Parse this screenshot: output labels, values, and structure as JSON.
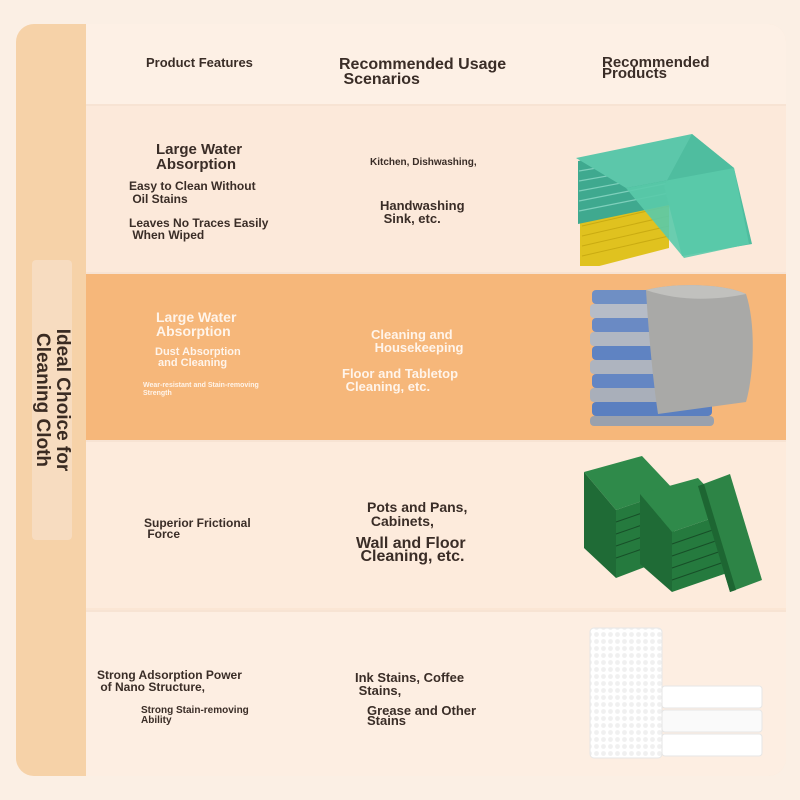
{
  "side_title": "Ideal Choice for\nCleaning Cloth",
  "header": {
    "features": "Product Features",
    "scenarios": "Recommended Usage\n Scenarios",
    "products": "Recommended\nProducts"
  },
  "rows": [
    {
      "features": [
        "Large Water\nAbsorption",
        "Easy to Clean Without\n Oil Stains",
        "Leaves No Traces Easily\n When Wiped"
      ],
      "scenarios": [
        "Kitchen, Dishwashing,",
        "Handwashing\n Sink, etc."
      ],
      "product": "teal-yellow-sponge-cloth-stack"
    },
    {
      "features": [
        "Large Water\nAbsorption",
        "Dust Absorption\n and Cleaning",
        "Wear-resistant and Stain-removing\nStrength"
      ],
      "scenarios": [
        "Cleaning and\n Housekeeping",
        "Floor and Tabletop\n Cleaning, etc."
      ],
      "product": "microfiber-towel-stack"
    },
    {
      "features": [
        "Superior Frictional\n Force"
      ],
      "scenarios": [
        "Pots and Pans,\n Cabinets,",
        "Wall and Floor\n Cleaning, etc."
      ],
      "product": "green-scouring-pad-stack"
    },
    {
      "features": [
        "Strong Adsorption Power\n of Nano Structure,",
        "Strong Stain-removing\nAbility"
      ],
      "scenarios": [
        "Ink Stains, Coffee\n Stains,",
        "Grease and Other\nStains"
      ],
      "product": "white-melamine-sponge"
    }
  ],
  "colors": {
    "page_bg": "#fbefe4",
    "highlight_row": "#f6b77a",
    "text": "#3a2d27"
  }
}
